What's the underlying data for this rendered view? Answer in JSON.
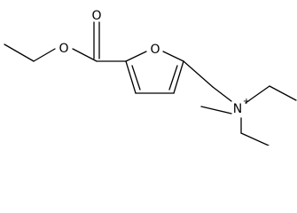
{
  "structure": {
    "atoms": {
      "carbonyl_oxygen": "O",
      "ester_oxygen": "O",
      "ring_oxygen": "O",
      "nitrogen": "N",
      "nitrogen_charge": "+"
    },
    "bond_color": "#000000",
    "background": "#ffffff"
  }
}
